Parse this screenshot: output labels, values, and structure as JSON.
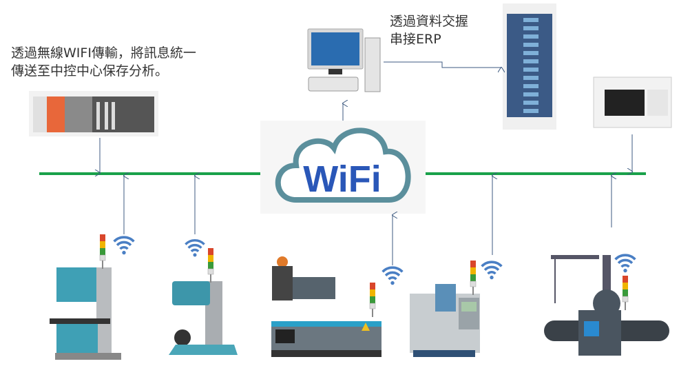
{
  "annotations": {
    "left_line1": "透過無線WIFI傳輸，將訊息統一",
    "left_line2": "傳送至中控中心保存分析。",
    "erp_line1": "透過資料交握",
    "erp_line2": "串接ERP"
  },
  "cloud": {
    "label": "WiFi"
  },
  "colors": {
    "bus": "#1aa14a",
    "arrow": "#3d5a80",
    "cloud": "#5b8f9c",
    "wifi": "#4a7fc4"
  }
}
